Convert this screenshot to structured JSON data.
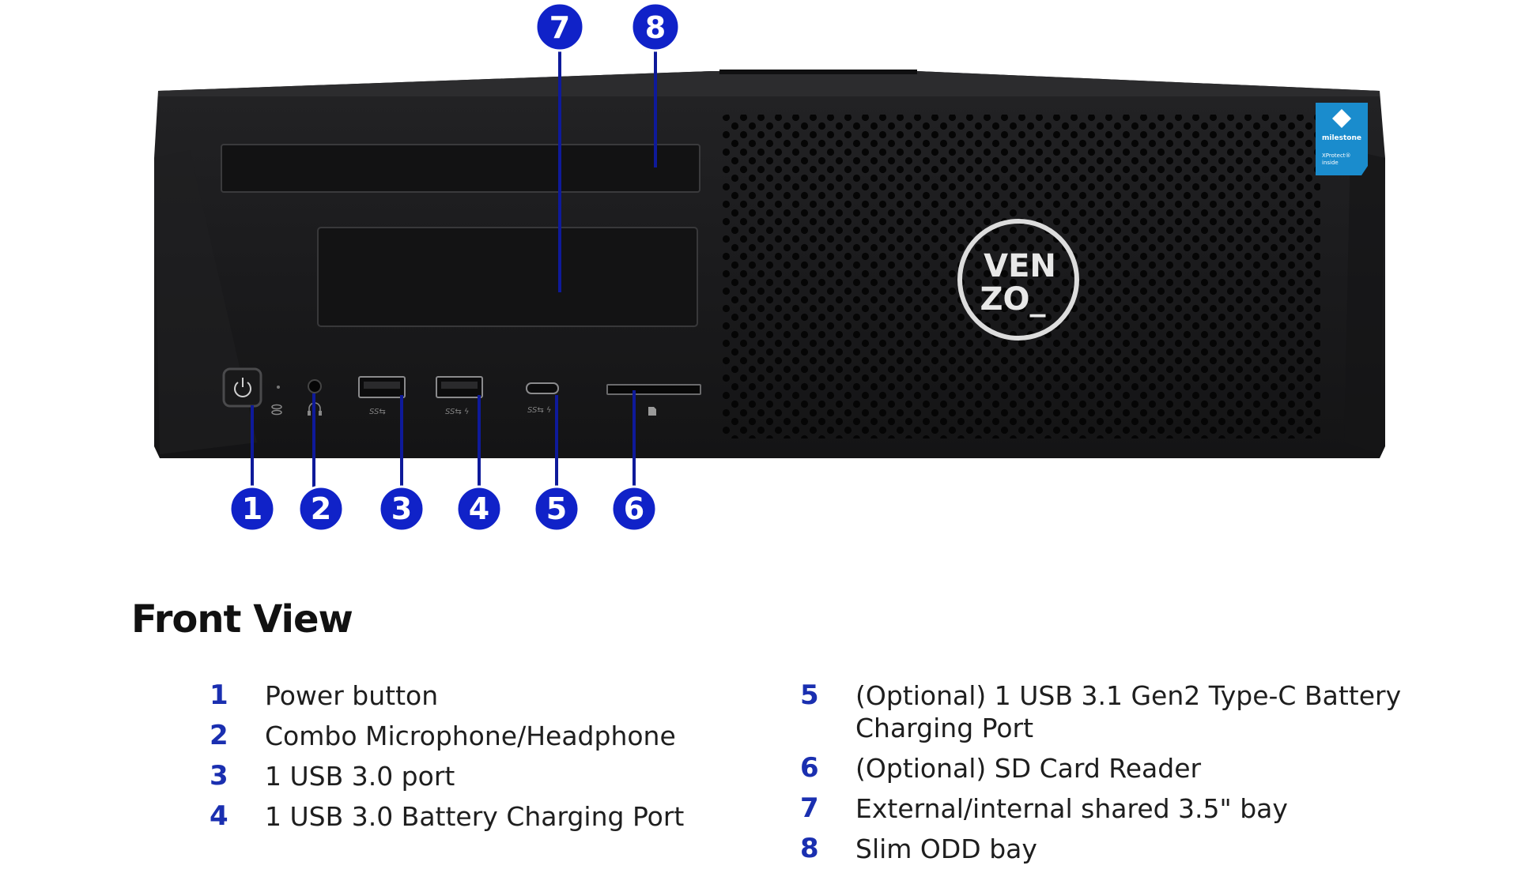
{
  "title": "Front View",
  "brand": {
    "logo_line1": "VEN",
    "logo_line2": "ZO_",
    "badge_name": "milestone",
    "badge_line1": "XProtect®",
    "badge_line2": "inside"
  },
  "port_marks": {
    "usb_a": "SS⇆",
    "usb_a_charge": "SS⇆ ϟ",
    "usb_c_charge": "SS⇆ ϟ"
  },
  "callouts": [
    {
      "num": "1",
      "label": "Power button"
    },
    {
      "num": "2",
      "label": "Combo Microphone/Headphone"
    },
    {
      "num": "3",
      "label": "1 USB 3.0 port"
    },
    {
      "num": "4",
      "label": "1 USB 3.0 Battery Charging Port"
    },
    {
      "num": "5",
      "label": "(Optional) 1 USB 3.1 Gen2 Type-C Battery Charging Port"
    },
    {
      "num": "6",
      "label": "(Optional) SD Card Reader"
    },
    {
      "num": "7",
      "label": "External/internal shared 3.5\" bay"
    },
    {
      "num": "8",
      "label": "Slim ODD bay"
    }
  ],
  "colors": {
    "callout_fill": "#1022c8",
    "callout_line": "#0e1a9a",
    "chassis": "#1b1b1d",
    "badge": "#1a8ccd"
  }
}
